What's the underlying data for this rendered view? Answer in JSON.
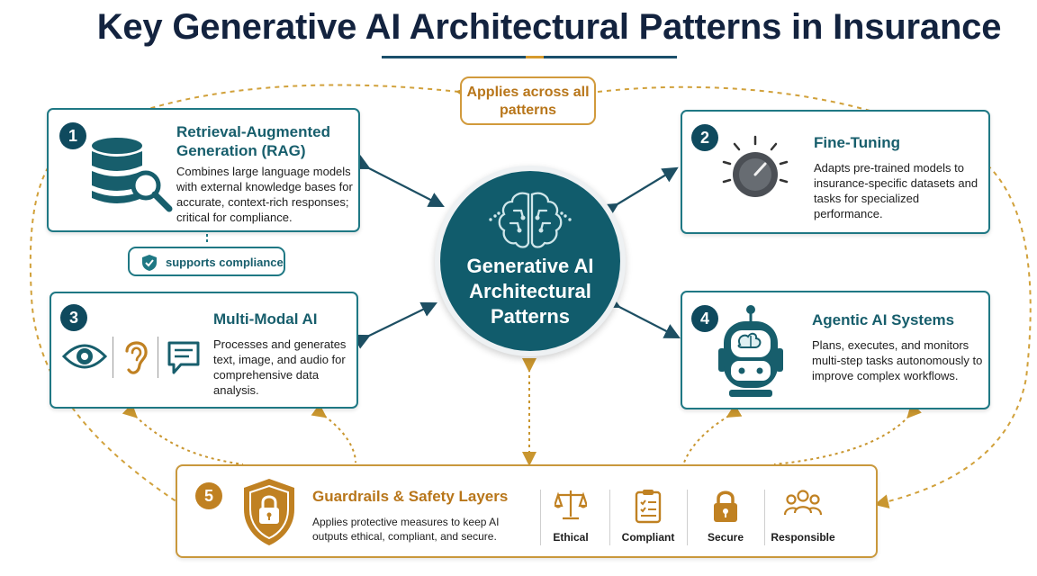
{
  "title": "Key Generative AI Architectural Patterns in Insurance",
  "applies_label": "Applies across all patterns",
  "supports_label": "supports compliance",
  "center": {
    "title": "Generative AI Architectural Patterns"
  },
  "patterns": [
    {
      "number": "1",
      "title": "Retrieval-Augmented Generation (RAG)",
      "description": "Combines large language models with external knowledge bases for accurate, context-rich responses; critical for compliance.",
      "icon": "database-search-icon"
    },
    {
      "number": "2",
      "title": "Fine-Tuning",
      "description": "Adapts pre-trained models to insurance-specific datasets and tasks for specialized performance.",
      "icon": "tuning-knob-icon"
    },
    {
      "number": "3",
      "title": "Multi-Modal AI",
      "description": "Processes and generates text, image, and audio for comprehensive data analysis.",
      "icons": [
        "eye-icon",
        "ear-icon",
        "chat-text-icon"
      ]
    },
    {
      "number": "4",
      "title": "Agentic AI Systems",
      "description": "Plans, executes, and monitors multi-step tasks autonomously to improve complex workflows.",
      "icon": "robot-icon"
    }
  ],
  "guardrails": {
    "number": "5",
    "title": "Guardrails & Safety Layers",
    "description": "Applies protective measures to keep AI outputs ethical, compliant, and secure.",
    "icon": "shield-lock-icon",
    "items": [
      {
        "label": "Ethical",
        "icon": "scales-icon"
      },
      {
        "label": "Compliant",
        "icon": "clipboard-check-icon"
      },
      {
        "label": "Secure",
        "icon": "padlock-icon"
      },
      {
        "label": "Responsible",
        "icon": "people-icon"
      }
    ]
  },
  "colors": {
    "teal": "#115c6c",
    "navy": "#13233f",
    "gold": "#c08122",
    "card_border": "#1f7884"
  }
}
